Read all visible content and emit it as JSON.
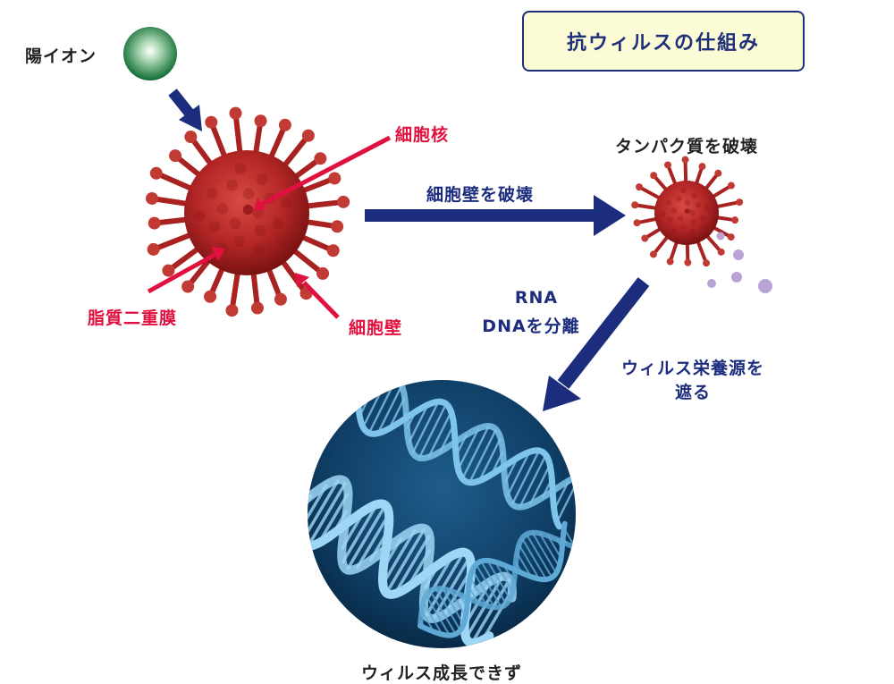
{
  "title": "抗ウィルスの仕組み",
  "labels": {
    "cation": "陽イオン",
    "nucleus": "細胞核",
    "lipid_bilayer": "脂質二重膜",
    "cell_wall": "細胞壁",
    "destroy_cell_wall": "細胞壁を破壊",
    "destroy_protein": "タンパク質を破壊",
    "rna": "RNA",
    "dna_separate": "DNAを分離",
    "block_nutrition_line1": "ウィルス栄養源を",
    "block_nutrition_line2": "遮る",
    "cannot_grow": "ウィルス成長できず"
  },
  "colors": {
    "navy": "#1c2d7d",
    "red_label": "#e0113f",
    "virus_red": "#b82a2a",
    "title_bg": "#fbfbd5",
    "fragment_purple": "#b9a3d6",
    "dna_bg": "#0f3f66"
  }
}
